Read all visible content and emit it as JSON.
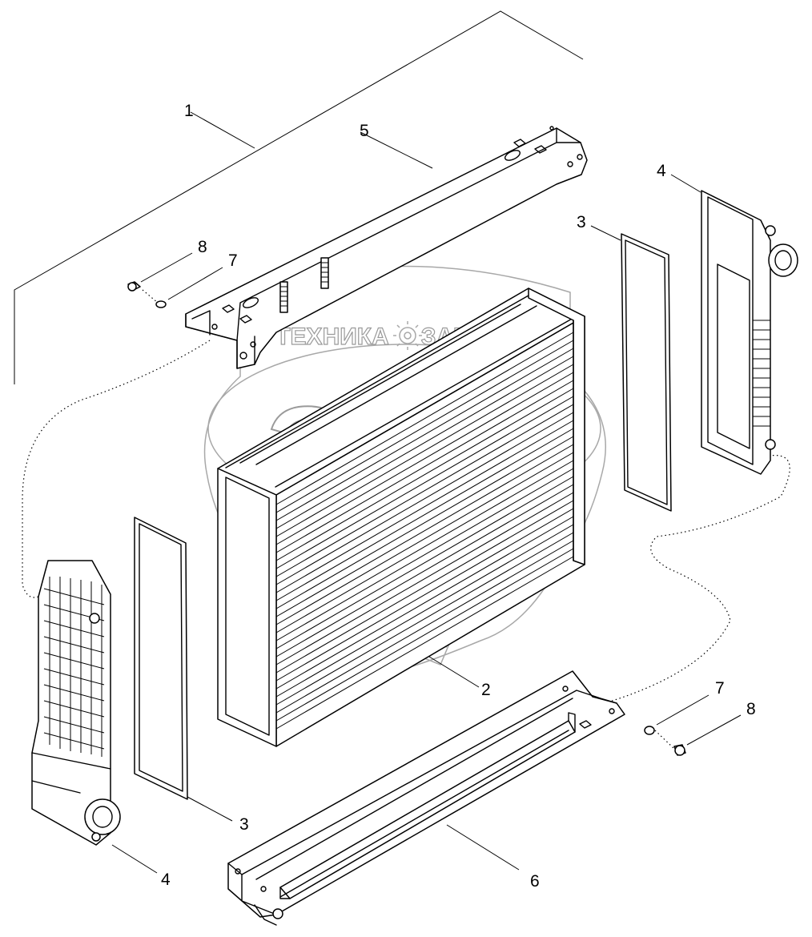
{
  "watermark": {
    "left_word": "ТЕХНИКА",
    "right_word": "ЗАПЧАСТИ",
    "monogram": "ЭПФ",
    "color": "#9a9a9a"
  },
  "callouts": {
    "frame_assembly": "1",
    "radiator_core": "2",
    "gasket_right": "3",
    "gasket_left": "3",
    "tank_right": "4",
    "tank_left": "4",
    "top_bracket": "5",
    "bottom_bracket": "6",
    "washer_top": "7",
    "washer_bottom": "7",
    "bolt_top": "8",
    "bolt_bottom": "8"
  }
}
